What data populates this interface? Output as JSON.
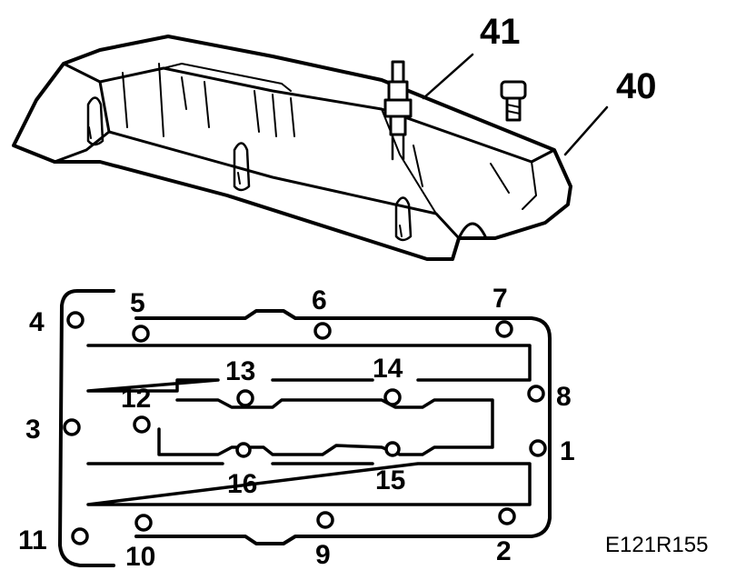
{
  "callouts": {
    "spark_plug": "41",
    "cover": "40"
  },
  "bolts": {
    "b1": "1",
    "b2": "2",
    "b3": "3",
    "b4": "4",
    "b5": "5",
    "b6": "6",
    "b7": "7",
    "b8": "8",
    "b9": "9",
    "b10": "10",
    "b11": "11",
    "b12": "12",
    "b13": "13",
    "b14": "14",
    "b15": "15",
    "b16": "16"
  },
  "figure_code": "E121R155"
}
